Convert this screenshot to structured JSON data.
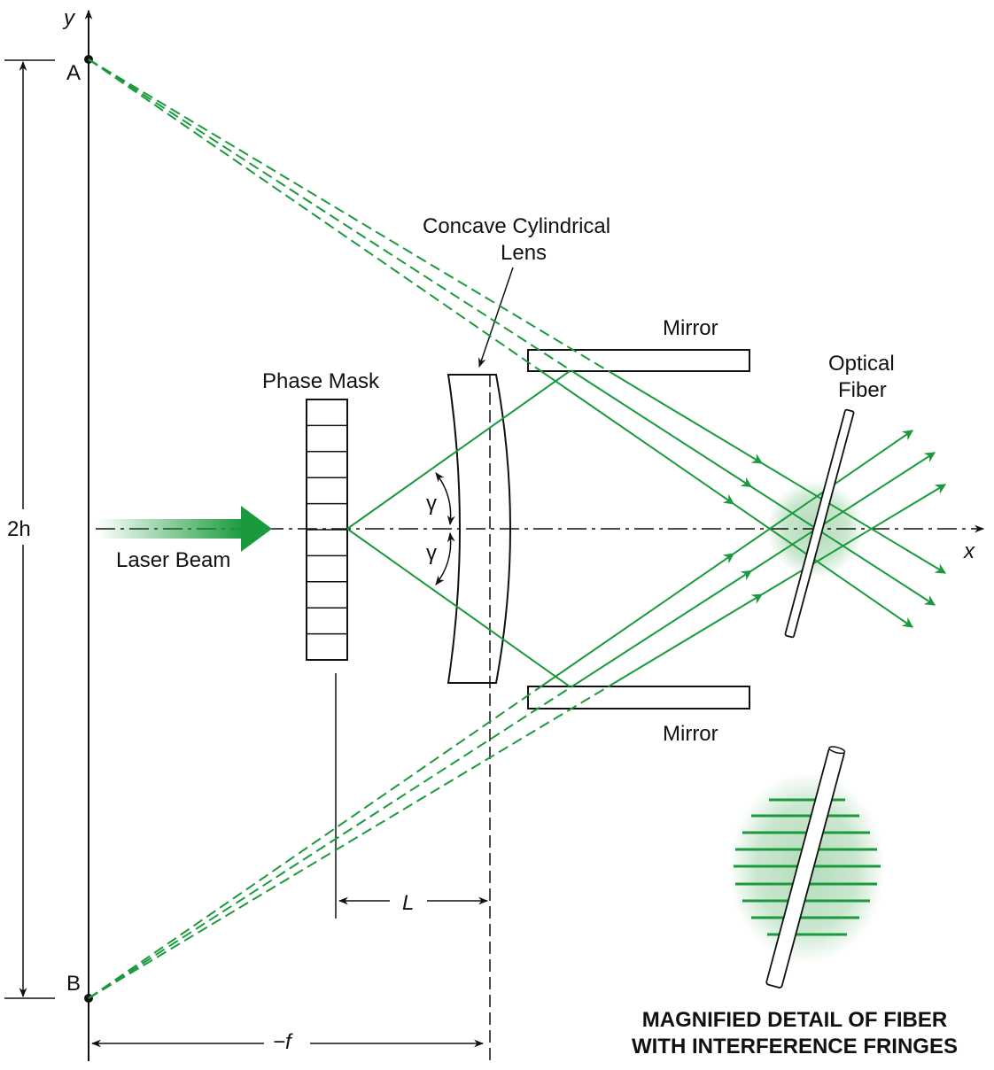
{
  "labels": {
    "y_axis": "y",
    "x_axis": "x",
    "point_a": "A",
    "point_b": "B",
    "height": "2h",
    "laser_beam": "Laser Beam",
    "phase_mask": "Phase Mask",
    "lens_line1": "Concave Cylindrical",
    "lens_line2": "Lens",
    "mirror_top": "Mirror",
    "mirror_bottom": "Mirror",
    "fiber_line1": "Optical",
    "fiber_line2": "Fiber",
    "gamma_top": "γ",
    "gamma_bottom": "γ",
    "distance_l": "L",
    "focal": "−f",
    "detail_line1": "MAGNIFIED DETAIL OF FIBER",
    "detail_line2": "WITH INTERFERENCE FRINGES"
  },
  "colors": {
    "beam": "#1a9a3c",
    "outline": "#111111",
    "glow": "#9fd3a8"
  }
}
